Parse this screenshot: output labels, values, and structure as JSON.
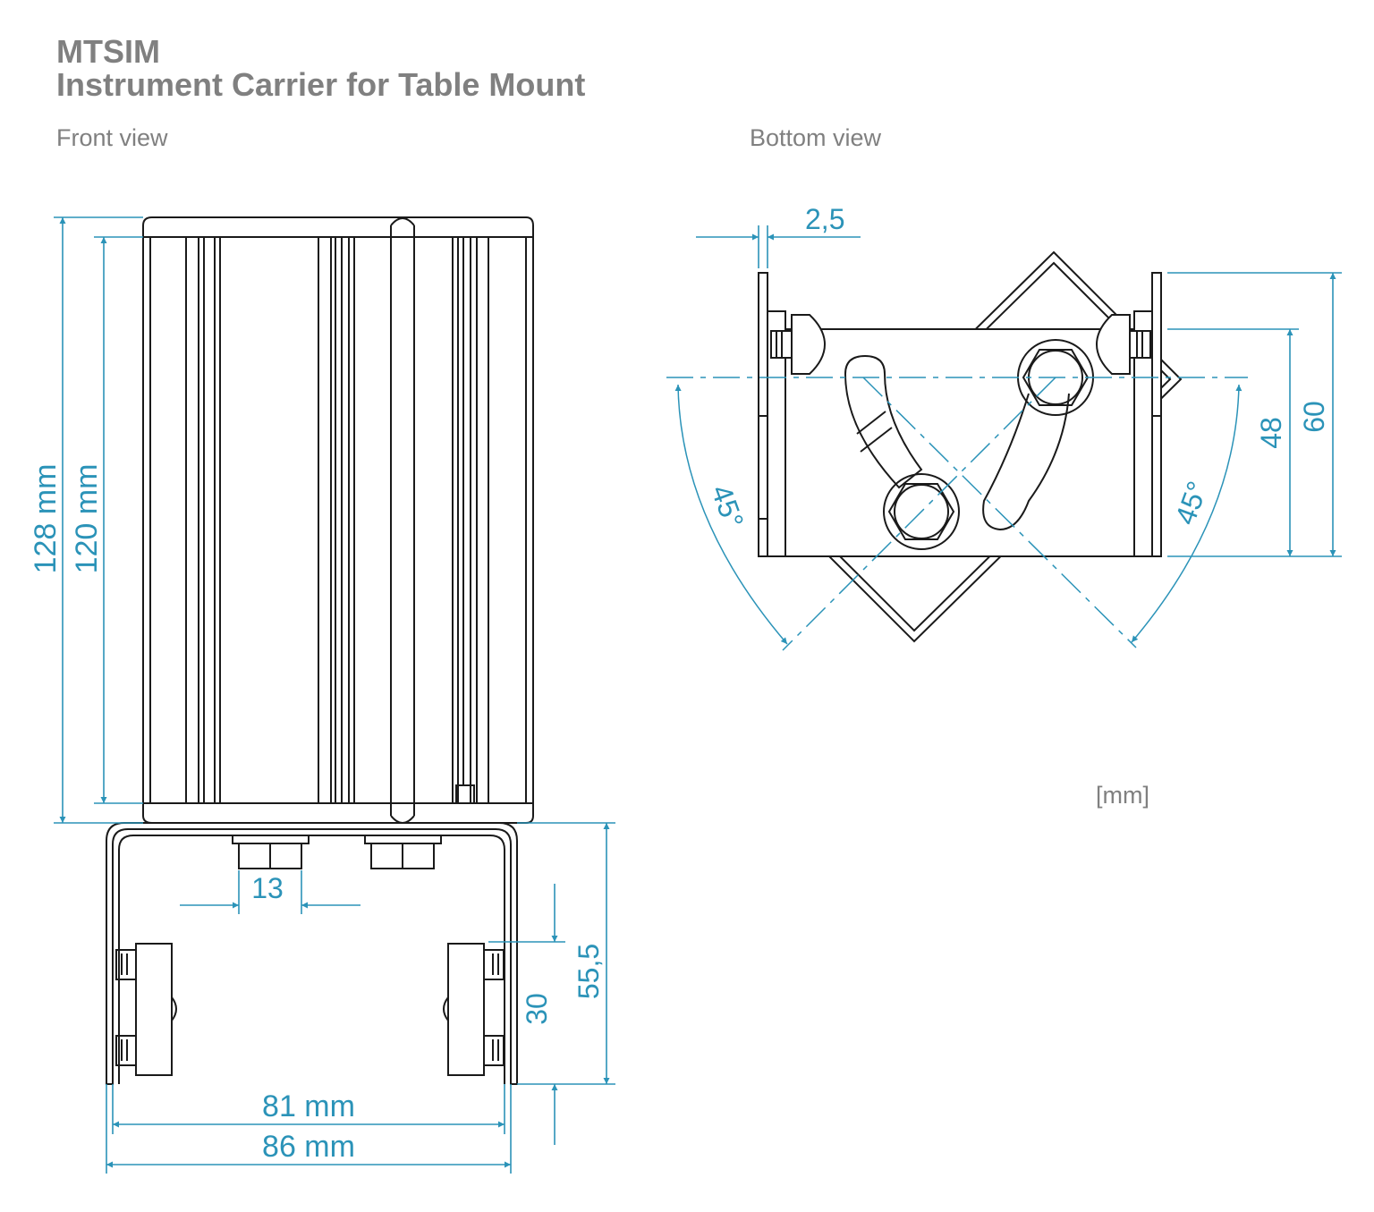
{
  "header": {
    "product": "MTSIM",
    "subtitle": "Instrument Carrier for Table Mount"
  },
  "views": {
    "front": "Front view",
    "bottom": "Bottom view"
  },
  "units": "[mm]",
  "dimensions": {
    "height_total": "128 mm",
    "height_inner": "120 mm",
    "nut_width": "13",
    "bracket_height": "55,5",
    "clamp_height": "30",
    "width_inner": "81 mm",
    "width_outer": "86 mm",
    "plate_thickness": "2,5",
    "bottom_height_outer": "60",
    "bottom_height_inner": "48",
    "angle_left": "45°",
    "angle_right": "45°"
  },
  "colors": {
    "line": "#1a1a1a",
    "dimension": "#2b93b8",
    "label": "#808080"
  }
}
